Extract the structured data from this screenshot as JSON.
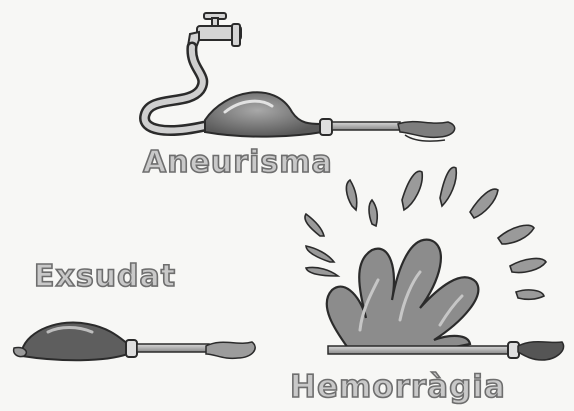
{
  "labels": {
    "aneurisma": "Aneurisma",
    "exsudat": "Exsudat",
    "hemorragia": "Hemorràgia"
  },
  "colors": {
    "ink": "#2b2b2b",
    "shade": "#8a8a8a",
    "light": "#bdbdbd",
    "label_fill": "#c9c9c9",
    "label_outline": "#6e6e6e"
  }
}
